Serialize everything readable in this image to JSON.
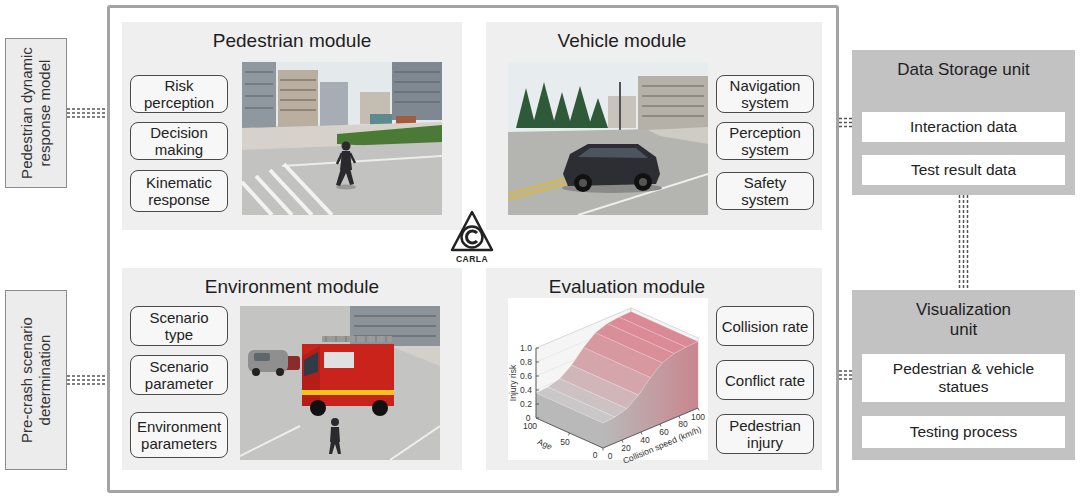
{
  "diagram": {
    "nodes": [
      {
        "text": [
          "Pedestrian dynamic response model"
        ]
      },
      {
        "text": [
          "Pre-crash scenario determination"
        ]
      },
      {
        "text": [
          "CARLA"
        ]
      },
      {
        "text": [
          "Pedestrian module"
        ],
        "in": 2
      },
      {
        "text": [
          "Risk perception"
        ],
        "in": 3
      },
      {
        "text": [
          "Decision making"
        ],
        "in": 3
      },
      {
        "text": [
          "Kinematic response"
        ],
        "in": 3
      },
      {
        "text": [
          "Vehicle module"
        ],
        "in": 2
      },
      {
        "text": [
          "Navigation system"
        ],
        "in": 7
      },
      {
        "text": [
          "Perception system"
        ],
        "in": 7
      },
      {
        "text": [
          "Safety system"
        ],
        "in": 7
      },
      {
        "text": [
          "Environment module"
        ],
        "in": 2
      },
      {
        "text": [
          "Scenario type"
        ],
        "in": 11
      },
      {
        "text": [
          "Scenario parameter"
        ],
        "in": 11
      },
      {
        "text": [
          "Environment parameters"
        ],
        "in": 11
      },
      {
        "text": [
          "Evaluation module"
        ],
        "in": 2
      },
      {
        "text": [
          "Collision rate"
        ],
        "in": 15
      },
      {
        "text": [
          "Conflict rate"
        ],
        "in": 15
      },
      {
        "text": [
          "Pedestrian injury"
        ],
        "in": 15
      },
      {
        "text": [
          "Data Storage unit"
        ]
      },
      {
        "text": [
          "Interaction data"
        ],
        "in": 19
      },
      {
        "text": [
          "Test result data"
        ],
        "in": 19
      },
      {
        "text": [
          "Visualization unit"
        ]
      },
      {
        "text": [
          "Pedestrian & vehicle statues"
        ],
        "in": 22
      },
      {
        "text": [
          "Testing process"
        ],
        "in": 22
      }
    ],
    "edges": [
      {
        "from": 0,
        "to": 2,
        "arrow": "none"
      },
      {
        "from": 1,
        "to": 2,
        "arrow": "none"
      },
      {
        "from": 2,
        "to": 19,
        "arrow": "none"
      },
      {
        "from": 2,
        "to": 22,
        "arrow": "none"
      },
      {
        "from": 19,
        "to": 22,
        "arrow": "none"
      }
    ],
    "labels": [
      "1.0",
      "0.8",
      "0.6",
      "0.4",
      "0.2",
      "0",
      "Injury risk",
      "100",
      "50",
      "0",
      "Age",
      "0",
      "20",
      "40",
      "60",
      "80",
      "100",
      "Collision speed (km/h)"
    ]
  }
}
